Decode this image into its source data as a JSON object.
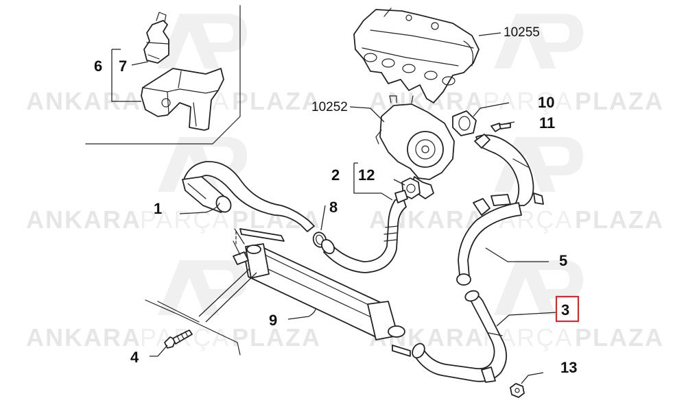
{
  "watermark": {
    "brand_bold": "ANKARA",
    "brand_light": "PARÇA",
    "brand_tail": "PLAZA"
  },
  "callouts": {
    "p1": "1",
    "p2": "2",
    "p3": "3",
    "p4": "4",
    "p5": "5",
    "p6": "6",
    "p7": "7",
    "p8": "8",
    "p9": "9",
    "p10": "10",
    "p11": "11",
    "p12": "12",
    "p13": "13",
    "p10252": "10252",
    "p10255": "10255"
  },
  "highlighted_part": "3",
  "colors": {
    "highlight": "#d9282f",
    "line": "#222222",
    "watermark": "#e6e6e6"
  }
}
